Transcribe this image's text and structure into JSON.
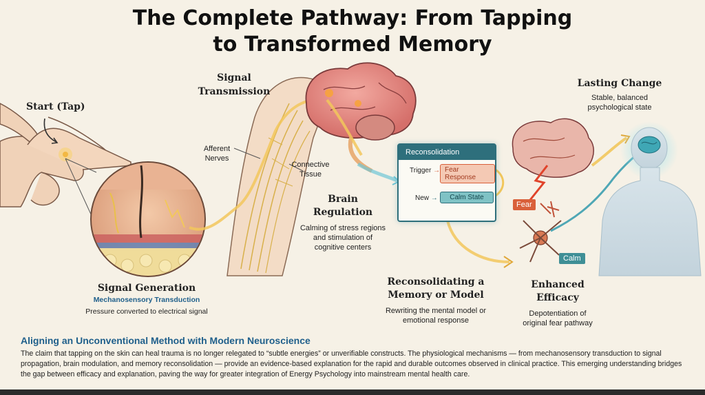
{
  "title": {
    "line1": "The Complete Pathway: From Tapping",
    "line2": "to Transformed Memory"
  },
  "start": {
    "label": "Start (Tap)"
  },
  "signal_transmission": {
    "line1": "Signal",
    "line2": "Transmission"
  },
  "afferent": {
    "line1": "Afferent",
    "line2": "Nerves"
  },
  "connective": {
    "line1": "Connective",
    "line2": "Tissue"
  },
  "signal_generation": {
    "title": "Signal Generation",
    "subtitle": "Mechanosensory Transduction",
    "desc": "Pressure converted to electrical signal"
  },
  "brain_regulation": {
    "line1": "Brain",
    "line2": "Regulation",
    "desc1": "Calming of stress regions",
    "desc2": "and stimulation of",
    "desc3": "cognitive centers"
  },
  "reconsolidation_box": {
    "header": "Reconsolidation",
    "trigger": "Trigger",
    "fear_response": "Fear Response",
    "new": "New",
    "calm_state": "Calm State"
  },
  "reconsolidating": {
    "line1": "Reconsolidating a",
    "line2": "Memory or Model",
    "desc1": "Rewriting the mental model or",
    "desc2": "emotional response"
  },
  "fear_tag": "Fear",
  "calm_tag": "Calm",
  "enhanced": {
    "line1": "Enhanced",
    "line2": "Efficacy",
    "desc1": "Depotentiation of",
    "desc2": "original fear pathway"
  },
  "lasting": {
    "title": "Lasting Change",
    "desc1": "Stable, balanced",
    "desc2": "psychological state"
  },
  "footer": {
    "title": "Aligning an Unconventional Method with Modern Neuroscience",
    "text": "The claim that tapping on the skin can heal trauma is no longer relegated to “subtle energies” or unverifiable constructs. The physiological mechanisms — from mechanosensory transduction to signal propagation, brain modulation, and memory reconsolidation — provide an evidence-based explanation for the rapid and durable outcomes observed in clinical practice. This emerging understanding bridges the gap between efficacy and explanation, paving the way for greater integration of Energy Psychology into mainstream mental health care."
  },
  "colors": {
    "accent_blue": "#1f5f8b",
    "teal": "#2e6f7c",
    "fear": "#d9603a",
    "calm": "#3f8f96",
    "glow": "#f2c75c"
  }
}
